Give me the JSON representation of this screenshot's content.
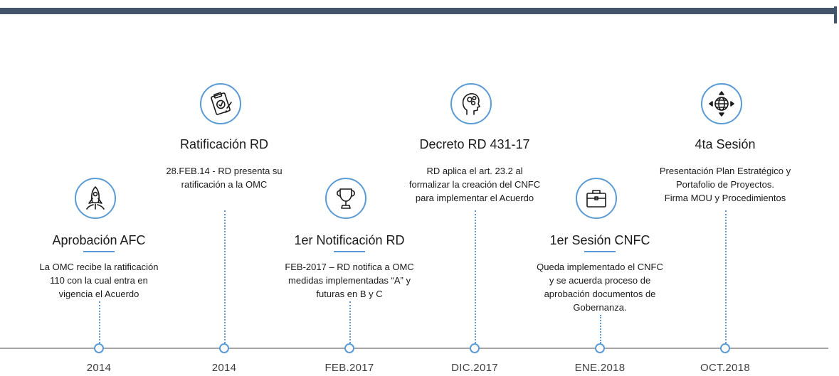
{
  "colors": {
    "accent": "#5b9bd5",
    "bar": "#44546a",
    "axis": "#a5a5a5"
  },
  "events": [
    {
      "icon": "rocket-icon",
      "title": "Aprobación AFC",
      "desc": [
        "La OMC recibe la ratificación",
        "110 con la cual entra en",
        "vigencia el Acuerdo"
      ],
      "date": "2014"
    },
    {
      "icon": "clipboard-icon",
      "title": "Ratificación RD",
      "desc": [
        "28.FEB.14 - RD presenta su",
        "ratificación a la OMC"
      ],
      "date": "2014"
    },
    {
      "icon": "trophy-icon",
      "title": "1er Notificación RD",
      "desc": [
        "FEB-2017 – RD notifica a OMC",
        "medidas implementadas “A” y",
        "futuras en B y C"
      ],
      "date": "FEB.2017"
    },
    {
      "icon": "head-gears-icon",
      "title": "Decreto RD 431-17",
      "desc": [
        "RD aplica el art. 23.2 al",
        "formalizar la creación del CNFC",
        "para implementar el Acuerdo"
      ],
      "date": "DIC.2017"
    },
    {
      "icon": "briefcase-icon",
      "title": "1er Sesión CNFC",
      "desc": [
        "Queda implementado el CNFC",
        "y se acuerda proceso de",
        "aprobación documentos de",
        "Gobernanza."
      ],
      "date": "ENE.2018"
    },
    {
      "icon": "globe-icon",
      "title": "4ta Sesión",
      "desc": [
        "Presentación Plan Estratégico y",
        "Portafolio de Proyectos.",
        "Firma MOU y Procedimientos"
      ],
      "date": "OCT.2018"
    }
  ]
}
